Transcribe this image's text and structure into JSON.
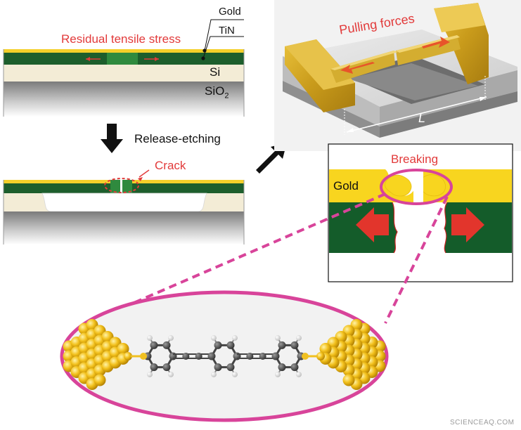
{
  "labels": {
    "gold_top": "Gold",
    "tin": "TiN",
    "residual_stress": "Residual tensile stress",
    "si": "Si",
    "sio2_main": "SiO",
    "sio2_sub": "2",
    "release_etching": "Release-etching",
    "crack": "Crack",
    "pulling_forces": "Pulling forces",
    "length_l": "L",
    "breaking": "Breaking",
    "gold_inset": "Gold",
    "watermark": "SCIENCEAQ.COM"
  },
  "colors": {
    "gold": "#f4cf2a",
    "green": "#1d5e2c",
    "si": "#f3ecd6",
    "red": "#e23a3a",
    "magenta": "#d8449a"
  }
}
